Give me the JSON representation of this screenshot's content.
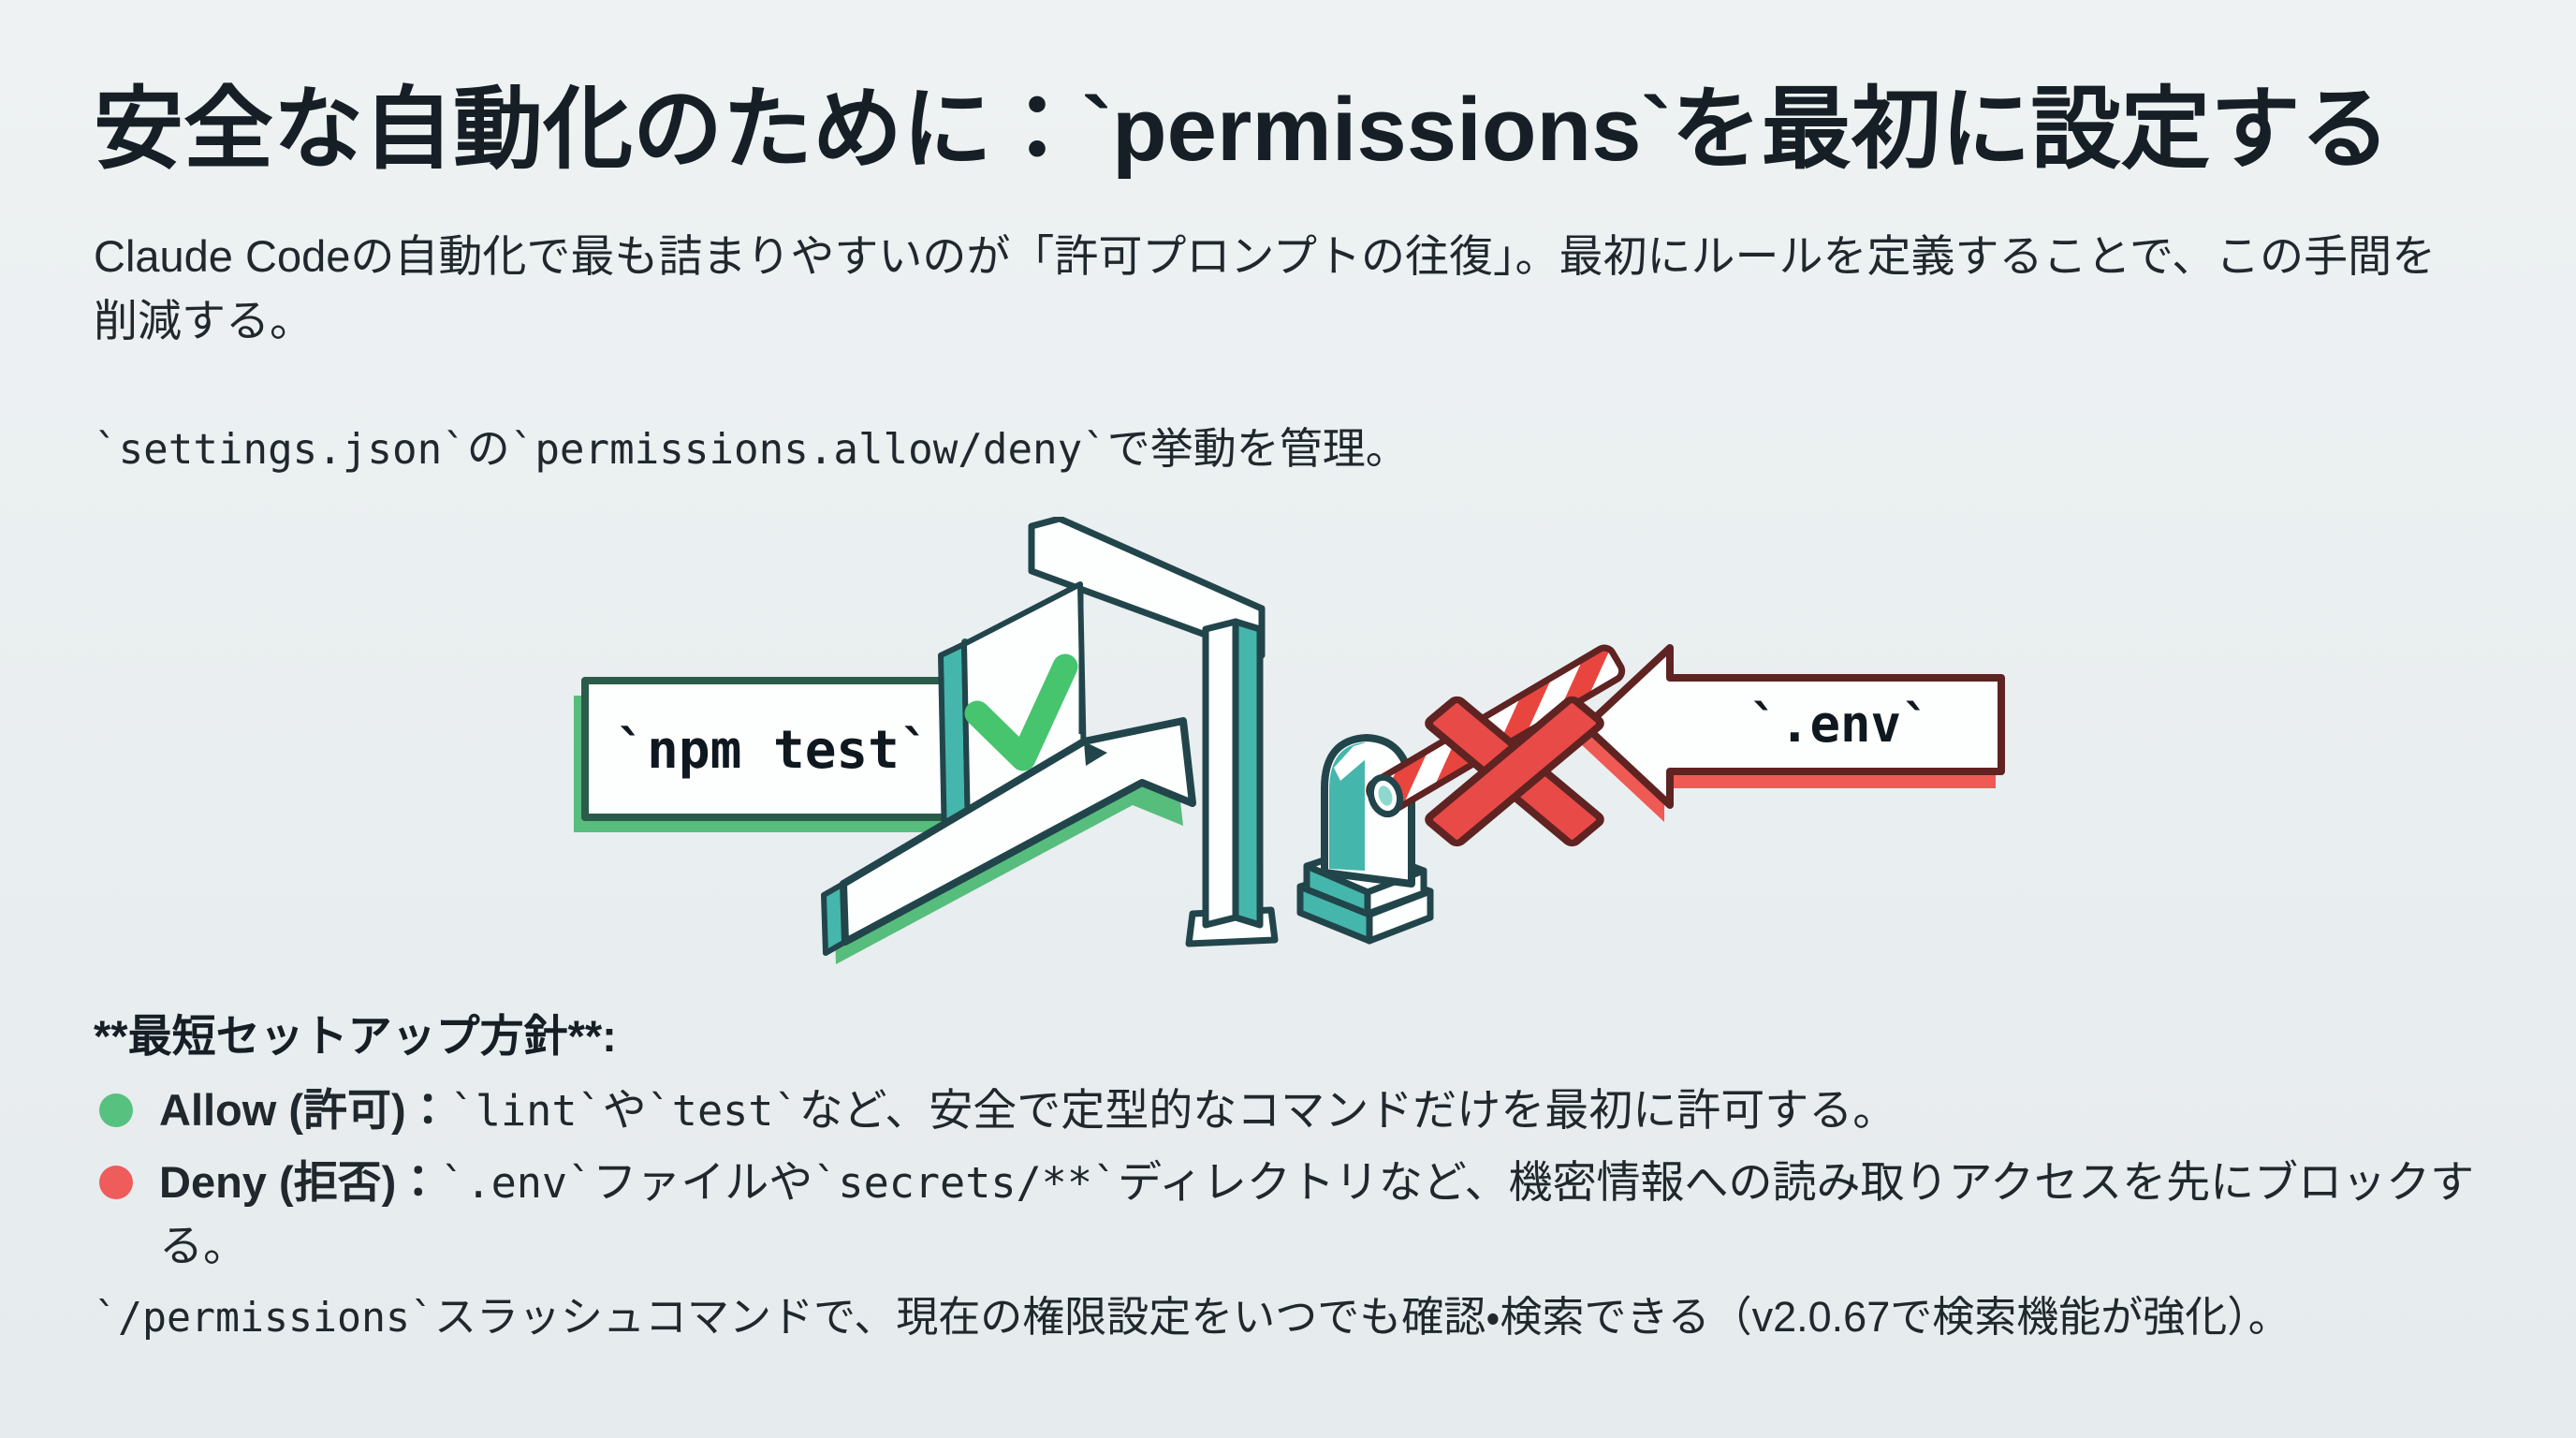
{
  "colors": {
    "bg": "#e9eef0",
    "bg_top": "#eef2f3",
    "bg_bottom": "#e6ebed",
    "ink": "#20282e",
    "ink_dark": "#171f26",
    "green": "#47c46e",
    "green_mid": "#57bd7d",
    "green_dark": "#2a5c49",
    "teal": "#45b6ac",
    "teal_dark": "#21454a",
    "red": "#e84a48",
    "red_shadow": "#ef5a55",
    "red_dark": "#5f2322",
    "stripe_red": "#e8453f",
    "allow_dot": "#57c17f",
    "deny_dot": "#ee5c5c",
    "shape_fill": "#fdfefe"
  },
  "slide": {
    "title": "安全な自動化のために：`permissions`を最初に設定する",
    "intro_runs": [
      {
        "t": "Claude Codeの自動化で最も詰まりやすいのが「許可プロンプトの往復」。最初にルールを定義することで、この手間を\n削減する。"
      }
    ],
    "settings_runs": [
      {
        "t": "`settings.json`",
        "m": true
      },
      {
        "t": "の"
      },
      {
        "t": "`permissions.allow/deny`",
        "m": true
      },
      {
        "t": "で挙動を管理。"
      }
    ],
    "illustration": {
      "allow_label": "`npm test`",
      "deny_label": "`.env`",
      "allow_icon": "checkmark",
      "deny_icon": "x-mark"
    },
    "setup_heading": "**最短セットアップ方針**:",
    "bullets": [
      {
        "name": "allow",
        "runs": [
          {
            "t": "Allow (許可)：",
            "b": true
          },
          {
            "t": "`lint`",
            "m": true
          },
          {
            "t": "や"
          },
          {
            "t": "`test`",
            "m": true
          },
          {
            "t": "など、安全で定型的なコマンドだけを最初に許可する。"
          }
        ]
      },
      {
        "name": "deny",
        "runs": [
          {
            "t": "Deny (拒否)：",
            "b": true
          },
          {
            "t": "`.env`",
            "m": true
          },
          {
            "t": "ファイルや"
          },
          {
            "t": "`secrets/**`",
            "m": true
          },
          {
            "t": "ディレクトリなど、機密情報への読み取りアクセスを先にブロックする。"
          }
        ]
      }
    ],
    "footer_runs": [
      {
        "t": "`/permissions`",
        "m": true
      },
      {
        "t": "スラッシュコマンドで、現在の権限設定をいつでも確認・検索できる（v2.0.67で検索機能が強化）。"
      }
    ]
  }
}
